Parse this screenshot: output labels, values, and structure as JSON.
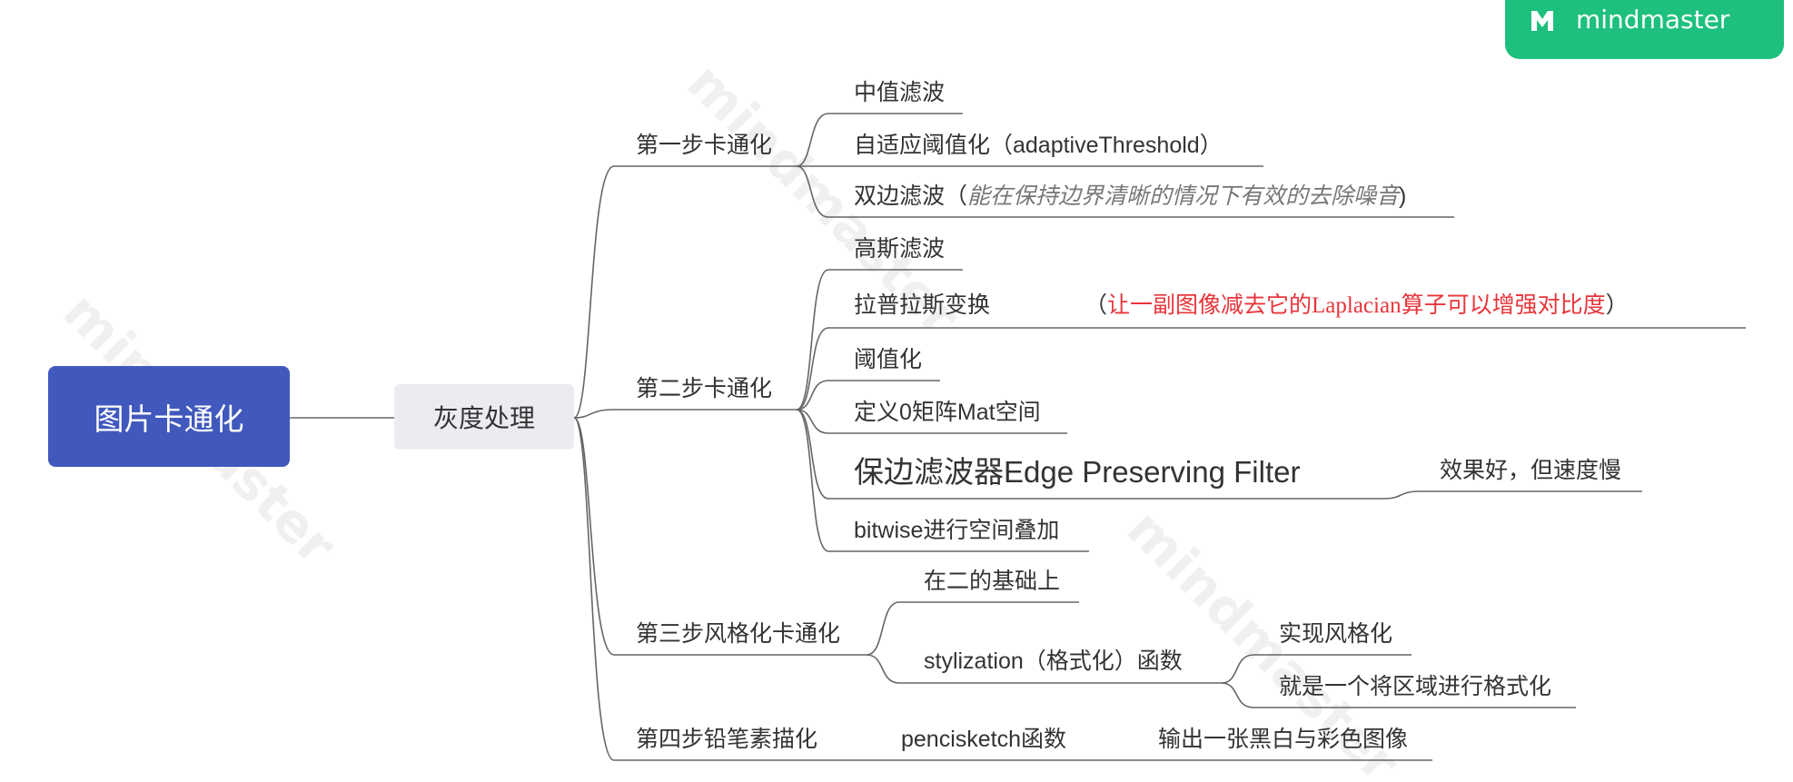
{
  "app": {
    "logo_text": "mindmaster",
    "watermark_text": "mindmaster"
  },
  "root": {
    "label": "图片卡通化"
  },
  "main_topic": {
    "label": "灰度处理"
  },
  "steps": [
    {
      "label": "第一步卡通化",
      "children": [
        {
          "label": "中值滤波"
        },
        {
          "label": "自适应阈值化（adaptiveThreshold）"
        },
        {
          "prefix": "双边滤波（",
          "note": "能在保持边界清晰的情况下有效的去除噪音",
          "suffix": ")"
        }
      ]
    },
    {
      "label": "第二步卡通化",
      "children": [
        {
          "label": "高斯滤波"
        },
        {
          "label": "拉普拉斯变换",
          "children": [
            {
              "open": "（",
              "text": "让一副图像减去它的Laplacian算子可以增强对比度",
              "close": "）"
            }
          ]
        },
        {
          "label": "阈值化"
        },
        {
          "label": "定义0矩阵Mat空间"
        },
        {
          "label": "保边滤波器Edge Preserving Filter",
          "children": [
            {
              "label": "效果好，但速度慢"
            }
          ]
        },
        {
          "label": "bitwise进行空间叠加"
        }
      ]
    },
    {
      "label": "第三步风格化卡通化",
      "children": [
        {
          "label": "在二的基础上"
        },
        {
          "label": "stylization（格式化）函数",
          "children": [
            {
              "label": "实现风格化"
            },
            {
              "label": "就是一个将区域进行格式化"
            }
          ]
        }
      ]
    },
    {
      "label": "第四步铅笔素描化",
      "children": [
        {
          "label": "pencisketch函数",
          "children": [
            {
              "label": "输出一张黑白与彩色图像"
            }
          ]
        }
      ]
    }
  ],
  "colors": {
    "root_fill": "#4159bd",
    "main_fill": "#ebecf1",
    "line": "#666666",
    "text": "#333333",
    "note_red": "#e8353b",
    "note_gray": "#777777",
    "logo_green": "#1dc07d"
  }
}
